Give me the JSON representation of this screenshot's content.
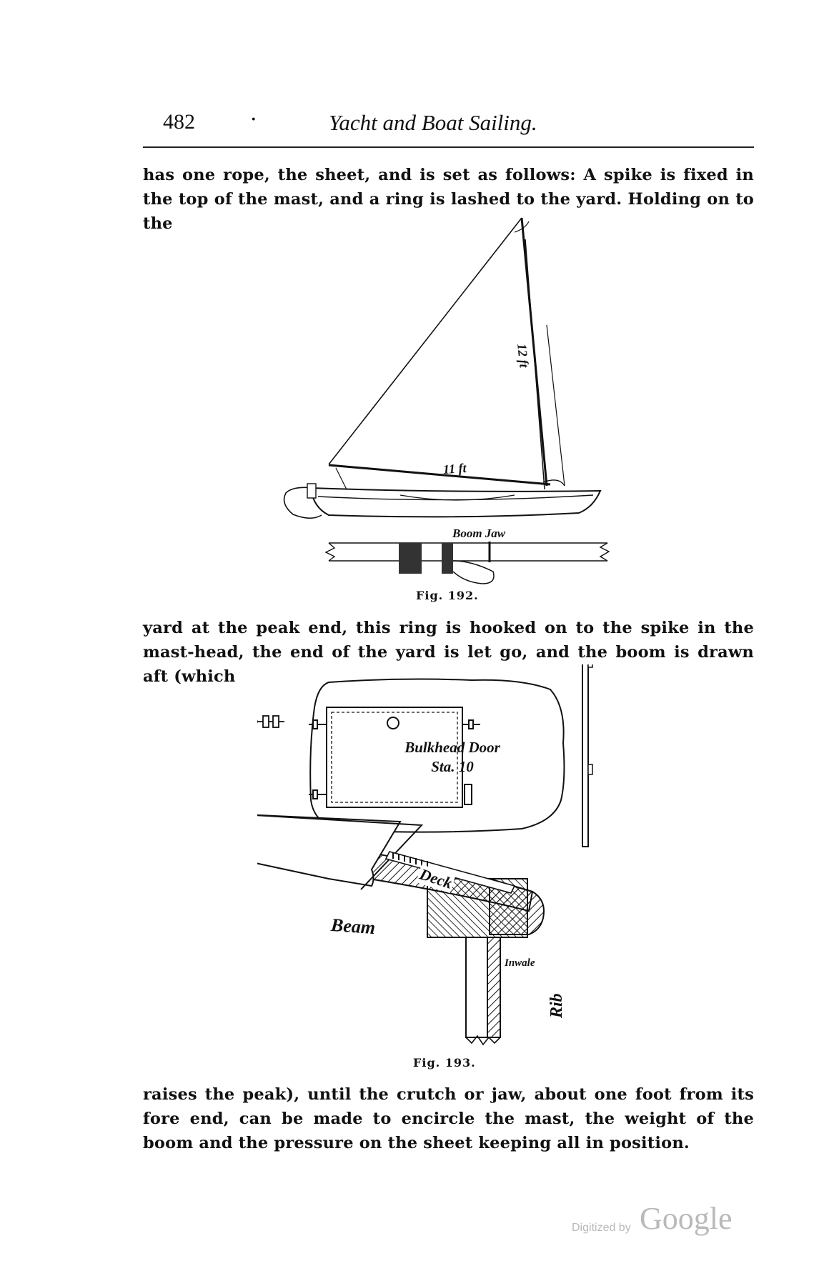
{
  "header": {
    "page_number": "482",
    "separator": "·",
    "running_title": "Yacht and Boat Sailing."
  },
  "paragraphs": {
    "p1": "has one rope, the sheet, and is set as follows: A spike is fixed in the top of the mast, and a ring is lashed to the yard. Holding on to the",
    "p2": "yard at the peak end, this ring is hooked on to the spike in the mast-head, the end of the yard is let go, and the boom is drawn aft (which",
    "p3": "raises the peak), until the crutch or jaw, about one foot from its fore end, can be made to encircle the mast, the weight of the boom and the pressure on the sheet keeping all in position."
  },
  "figure192": {
    "caption": "Fig. 192.",
    "mast_label": "12 ft",
    "boom_label": "11 ft",
    "jaw_label": "Boom Jaw"
  },
  "figure193": {
    "caption": "Fig. 193.",
    "door_label_line1": "Bulkhead Door",
    "door_label_line2": "Sta. 10",
    "deck_label": "Deck",
    "beam_label": "Beam",
    "gunwale_label": "Inwale",
    "rib_label": "Rib"
  },
  "watermark": {
    "prefix": "Digitized by",
    "brand": "Google"
  }
}
